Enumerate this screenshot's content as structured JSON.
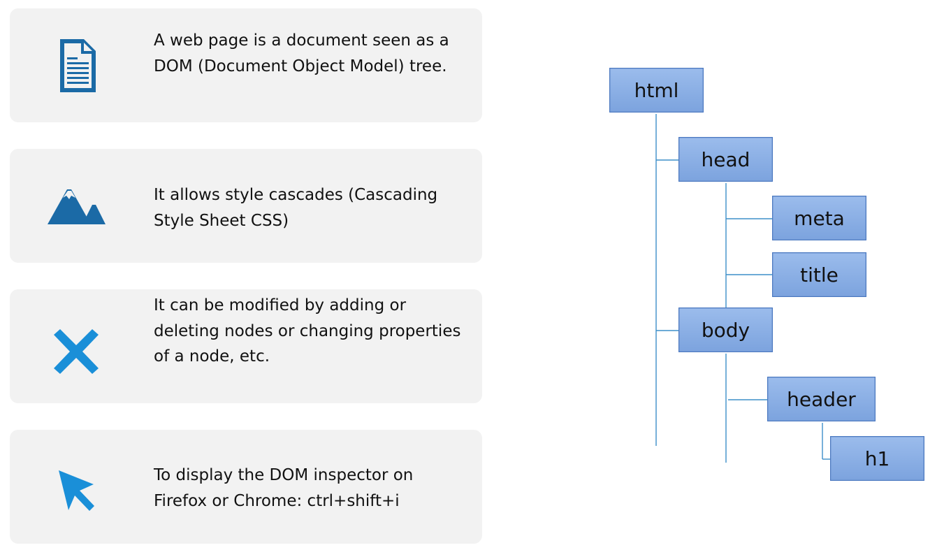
{
  "cards": [
    {
      "icon": "document-icon",
      "text": "A web page is a document seen as a DOM (Document Object Model) tree."
    },
    {
      "icon": "mountain-icon",
      "text": "It allows style cascades (Cascading Style Sheet CSS)"
    },
    {
      "icon": "cross-icon",
      "text": "It can be modified by adding or deleting nodes or changing properties of a node, etc."
    },
    {
      "icon": "cursor-icon",
      "text": "To display the DOM inspector on Firefox or Chrome: ctrl+shift+i"
    }
  ],
  "tree": {
    "html": "html",
    "head": "head",
    "meta": "meta",
    "title": "title",
    "body": "body",
    "header": "header",
    "h1": "h1"
  },
  "colors": {
    "card_background": "#f2f2f2",
    "icon_dark_blue": "#1b6aa6",
    "icon_bright_blue": "#1a8fd8",
    "node_fill": "#8db0e6",
    "node_border": "#4a78c0",
    "connector": "#3d8fc9"
  }
}
